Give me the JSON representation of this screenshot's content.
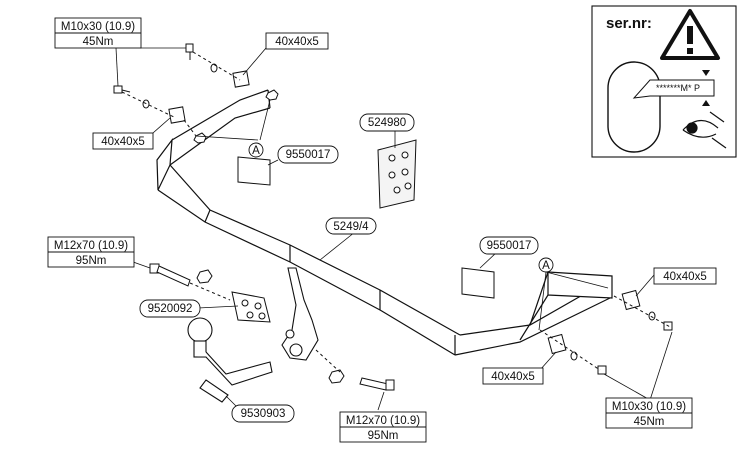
{
  "labels": {
    "bolt_top_left": {
      "spec": "M10x30 (10.9)",
      "torque": "45Nm"
    },
    "washer_top_right": "40x40x5",
    "washer_left": "40x40x5",
    "part_bracket": "524980",
    "part_pad_left": "9550017",
    "part_crossbar": "5249/4",
    "part_pad_right": "9550017",
    "bolt_left": {
      "spec": "M12x70 (10.9)",
      "torque": "95Nm"
    },
    "washer_right_top": "40x40x5",
    "part_nut": "9520092",
    "washer_right_bottom": "40x40x5",
    "part_ball": "9530903",
    "bolt_bottom_center": {
      "spec": "M12x70 (10.9)",
      "torque": "95Nm"
    },
    "bolt_bottom_right": {
      "spec": "M10x30 (10.9)",
      "torque": "45Nm"
    },
    "marker_a": "A"
  },
  "inset": {
    "title": "ser.nr:",
    "plate_text": "*******M* P",
    "warning_icon": "warning-triangle-icon",
    "eye_icon": "eye-icon"
  }
}
